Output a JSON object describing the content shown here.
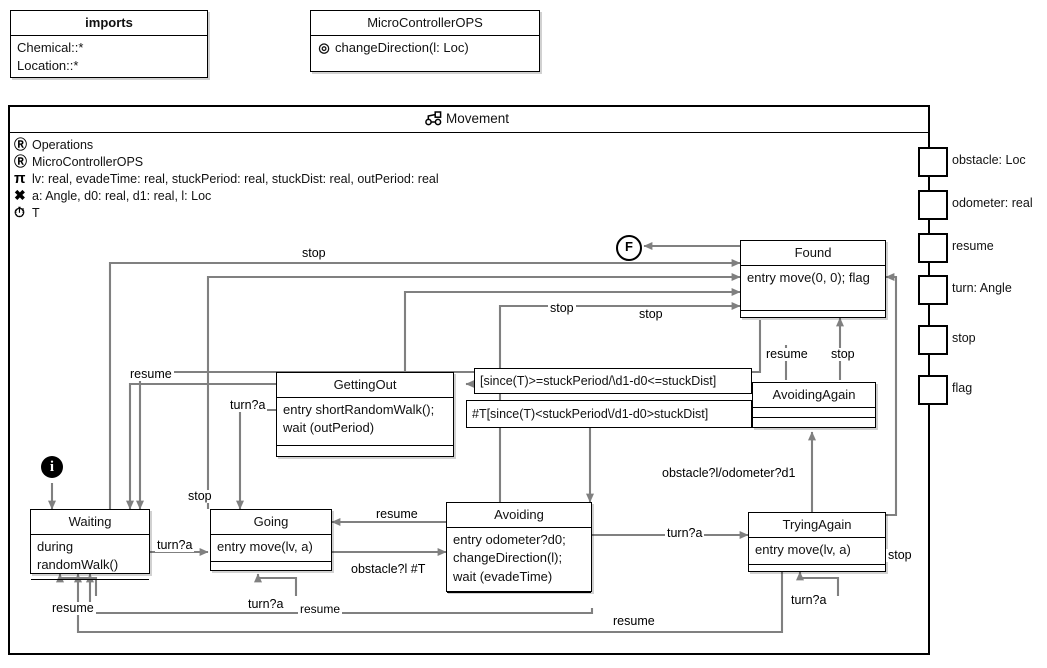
{
  "imports_box": {
    "title": "imports",
    "lines": [
      "Chemical::*",
      "Location::*"
    ]
  },
  "interface_box": {
    "title": "MicroControllerOPS",
    "operation_icon": "circle-operation-icon",
    "operation": "changeDirection(l: Loc)"
  },
  "frame": {
    "title": "Movement",
    "title_icon": "state-machine-icon",
    "features": [
      {
        "icon": "R",
        "icon_name": "requires-icon",
        "text": "Operations"
      },
      {
        "icon": "R",
        "icon_name": "requires-icon",
        "text": "MicroControllerOPS"
      },
      {
        "icon": "π",
        "icon_name": "parameter-icon",
        "text": "lv: real, evadeTime: real, stuckPeriod: real, stuckDist: real, outPeriod: real"
      },
      {
        "icon": "✖",
        "icon_name": "variable-icon",
        "text": "a: Angle, d0: real, d1: real, l: Loc"
      },
      {
        "icon": "◴",
        "icon_name": "clock-icon",
        "text": "T"
      }
    ]
  },
  "ports": [
    {
      "name": "obstacle-port",
      "label": "obstacle: Loc"
    },
    {
      "name": "odometer-port",
      "label": "odometer: real"
    },
    {
      "name": "resume-port",
      "label": "resume"
    },
    {
      "name": "turn-port",
      "label": "turn: Angle"
    },
    {
      "name": "stop-port",
      "label": "stop"
    },
    {
      "name": "flag-port",
      "label": "flag"
    }
  ],
  "pseudostates": {
    "initial": "i",
    "final": "F"
  },
  "states": [
    {
      "id": "waiting",
      "name": "Waiting",
      "body": [
        "during",
        "randomWalk()"
      ]
    },
    {
      "id": "going",
      "name": "Going",
      "body": [
        "entry move(lv, a)"
      ]
    },
    {
      "id": "gettingout",
      "name": "GettingOut",
      "body": [
        "entry shortRandomWalk();",
        "wait (outPeriod)"
      ]
    },
    {
      "id": "avoiding",
      "name": "Avoiding",
      "body": [
        "entry odometer?d0;",
        "changeDirection(l);",
        "wait (evadeTime)"
      ]
    },
    {
      "id": "found",
      "name": "Found",
      "body": [
        "entry move(0, 0); flag"
      ]
    },
    {
      "id": "avoidingagain",
      "name": "AvoidingAgain",
      "body": []
    },
    {
      "id": "tryingagain",
      "name": "TryingAgain",
      "body": [
        "entry move(lv, a)"
      ]
    }
  ],
  "guards": [
    {
      "id": "guard-stuck",
      "text": "[since(T)>=stuckPeriod/\\d1-d0<=stuckDist]"
    },
    {
      "id": "guard-notstuck",
      "text": "#T[since(T)<stuckPeriod\\/d1-d0>stuckDist]"
    }
  ],
  "transitions": [
    {
      "id": "t-stop-top",
      "label": "stop"
    },
    {
      "id": "t-stop-2",
      "label": "stop"
    },
    {
      "id": "t-stop-3",
      "label": "stop"
    },
    {
      "id": "t-stop-going",
      "label": "stop"
    },
    {
      "id": "t-stop-avoidingagain",
      "label": "stop"
    },
    {
      "id": "t-stop-tryingagain",
      "label": "stop"
    },
    {
      "id": "t-resume-gettingout",
      "label": "resume"
    },
    {
      "id": "t-resume-avoidingagain",
      "label": "resume"
    },
    {
      "id": "t-resume-avoiding-going",
      "label": "resume"
    },
    {
      "id": "t-resume-waiting-self",
      "label": "resume"
    },
    {
      "id": "t-resume-going-bottom",
      "label": "resume"
    },
    {
      "id": "t-resume-avoiding-bottom",
      "label": "resume"
    },
    {
      "id": "t-turn-waiting-going",
      "label": "turn?a"
    },
    {
      "id": "t-turn-gettingout",
      "label": "turn?a"
    },
    {
      "id": "t-turn-going-self",
      "label": "turn?a"
    },
    {
      "id": "t-turn-tryingagain-self",
      "label": "turn?a"
    },
    {
      "id": "t-turn-tryingagain",
      "label": "turn?a"
    },
    {
      "id": "t-obstacle-going-avoiding",
      "label": "obstacle?l #T"
    },
    {
      "id": "t-obstacle-odometer",
      "label": "obstacle?l/odometer?d1"
    }
  ]
}
